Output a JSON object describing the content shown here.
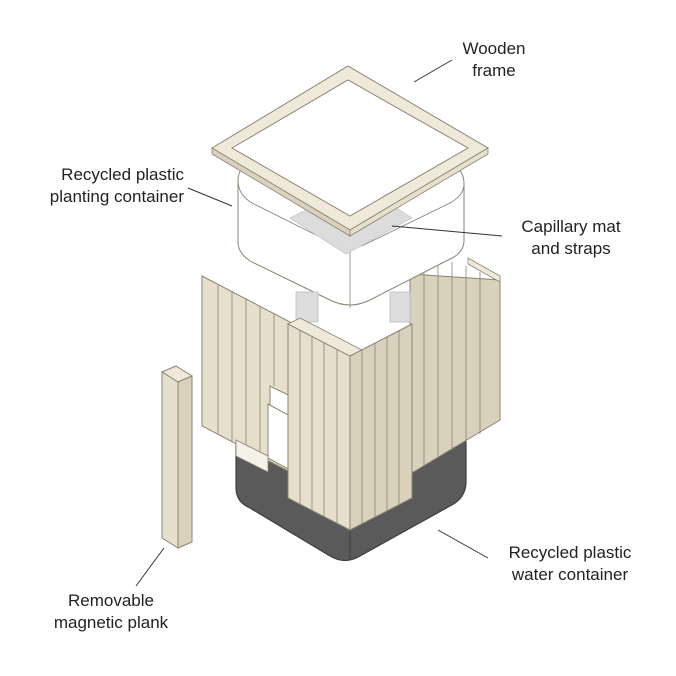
{
  "colors": {
    "wood_front": "#e6dfcc",
    "wood_side": "#d9d1bb",
    "wood_top": "#efe9da",
    "outline": "#8a8474",
    "water_container": "#5a5a5a",
    "water_container_shadow": "#4a4a4a",
    "planting_container": "#ffffff",
    "capillary_mat": "#dcdcdc",
    "leader_line": "#333333",
    "text": "#222222"
  },
  "labels": {
    "wooden_frame": {
      "line1": "Wooden",
      "line2": "frame"
    },
    "planting_container": {
      "line1": "Recycled plastic",
      "line2": "planting container"
    },
    "capillary_mat": {
      "line1": "Capillary mat",
      "line2": "and straps"
    },
    "water_container": {
      "line1": "Recycled plastic",
      "line2": "water container"
    },
    "magnetic_plank": {
      "line1": "Removable",
      "line2": "magnetic plank"
    }
  }
}
